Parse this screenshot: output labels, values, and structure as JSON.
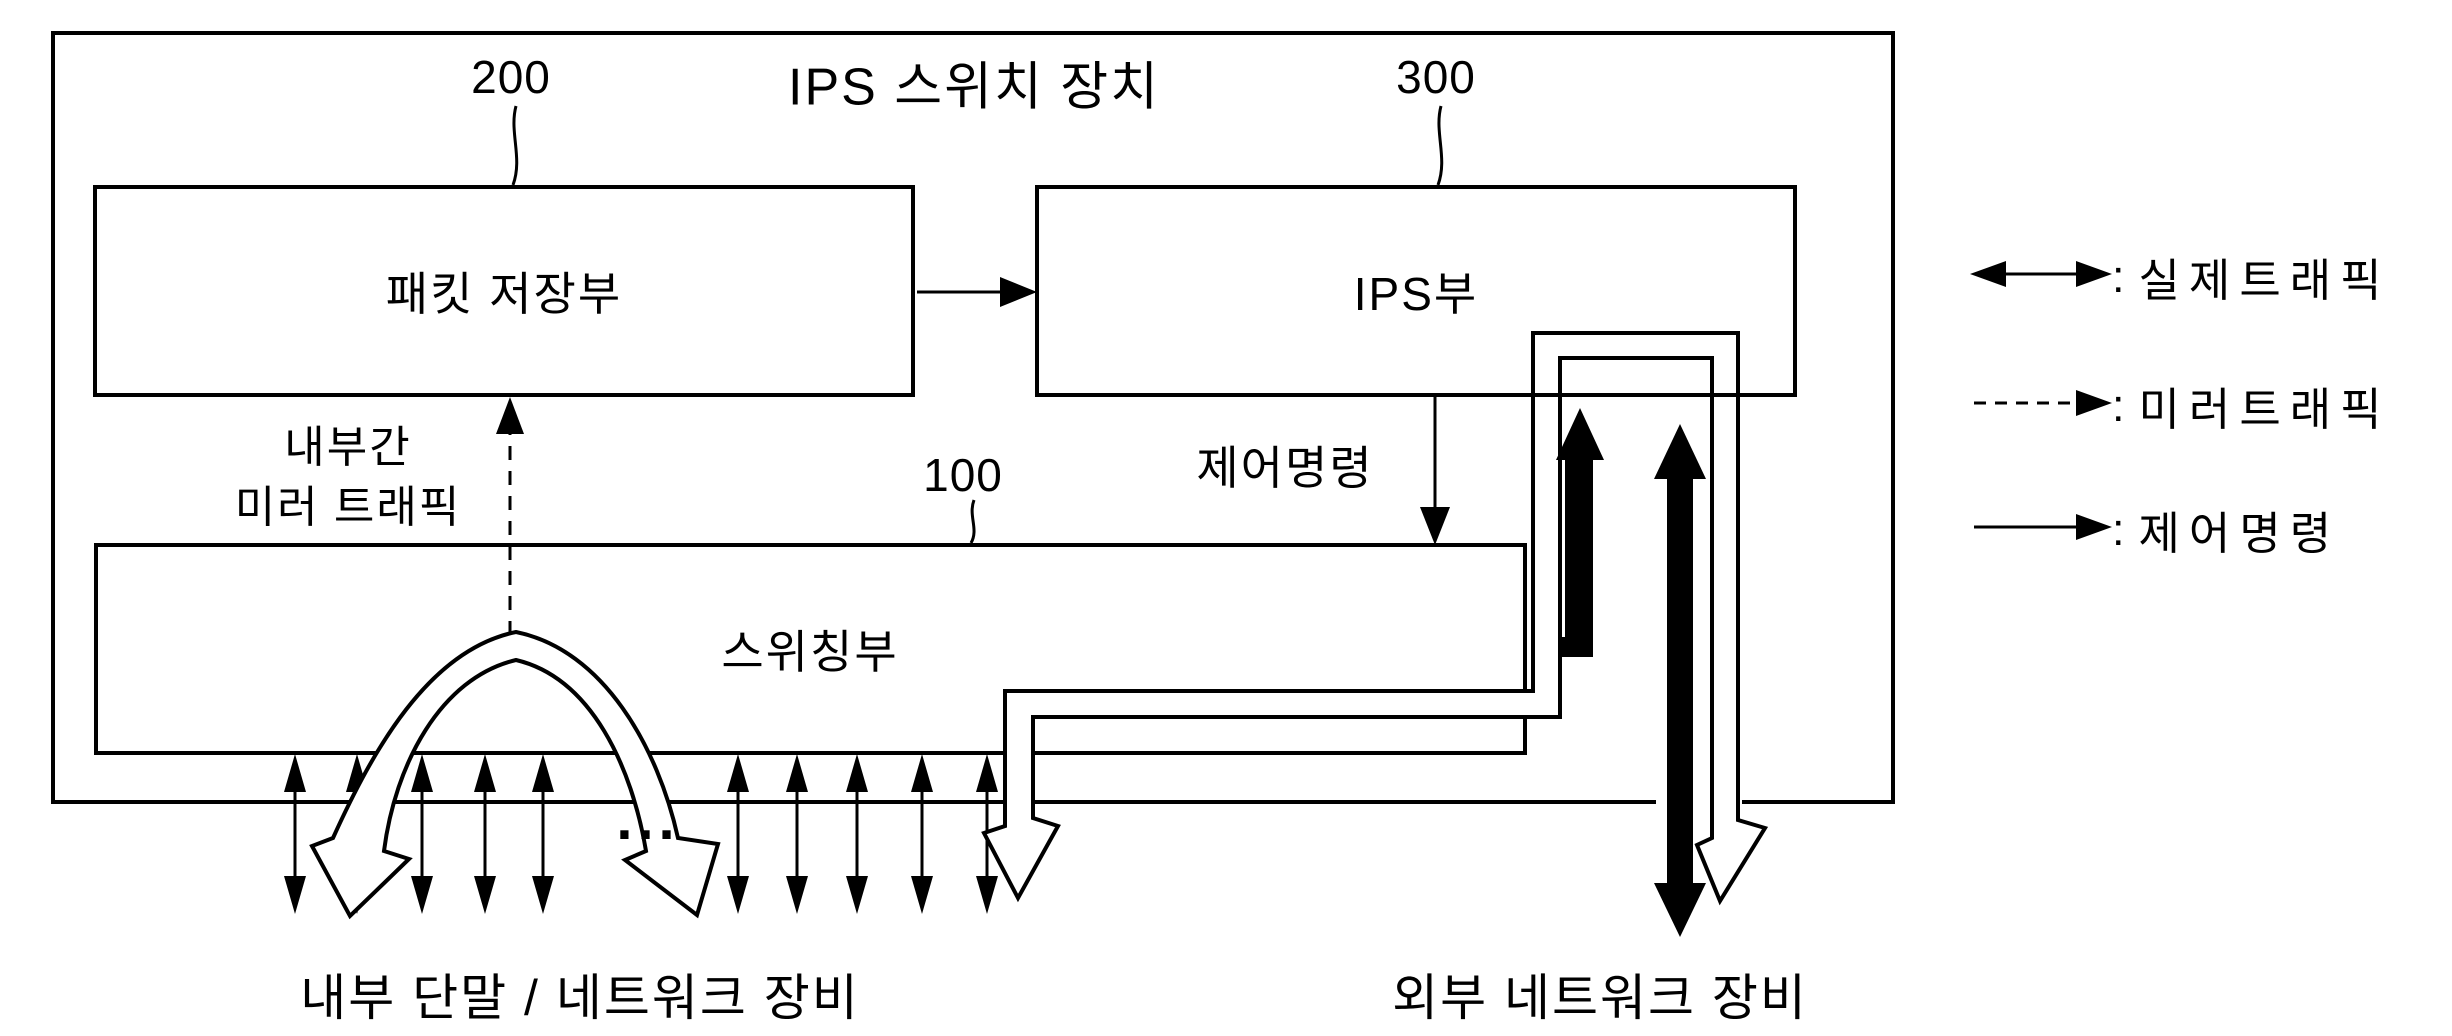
{
  "figure": {
    "title": "IPS 스위치 장치",
    "boxes": {
      "packet_storage": {
        "ref": "200",
        "label": "패킷 저장부"
      },
      "ips": {
        "ref": "300",
        "label": "IPS부"
      },
      "switching": {
        "ref": "100",
        "label": "스위칭부"
      }
    },
    "annotations": {
      "internal_mirror": [
        "내부간",
        "미러 트래픽"
      ],
      "control_command": "제어명령",
      "ports_ellipsis": "..."
    },
    "endpoints": {
      "internal": "내부 단말 / 네트워크 장비",
      "external": "외부 네트워크 장비"
    },
    "legend": {
      "colon": ":",
      "items": [
        {
          "icon": "double-headed-arrow",
          "label": "실제트래픽"
        },
        {
          "icon": "dashed-arrow",
          "label": "미러트래픽"
        },
        {
          "icon": "solid-arrow",
          "label": "제어명령"
        }
      ]
    }
  }
}
